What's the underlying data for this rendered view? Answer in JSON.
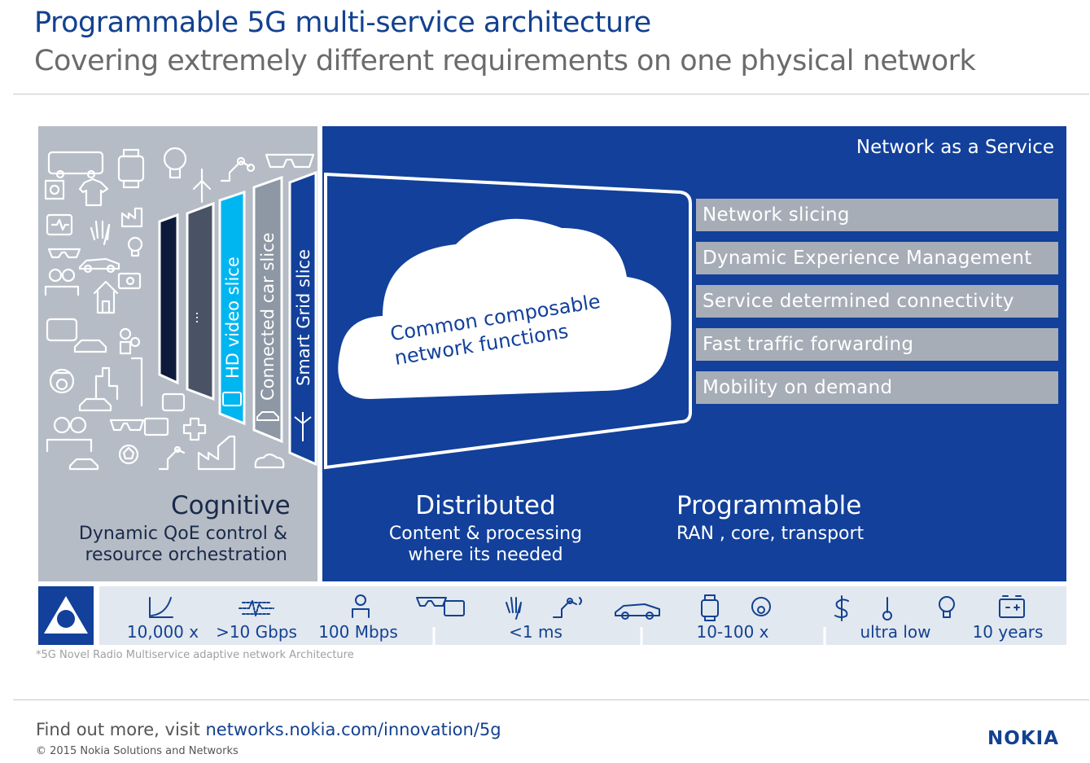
{
  "header": {
    "title": "Programmable 5G multi-service architecture",
    "subtitle": "Covering extremely different requirements on one physical network"
  },
  "diagram": {
    "naas_label": "Network as a Service",
    "cloud_text": [
      "Common composable",
      "network functions"
    ],
    "slices": {
      "hd_video": "HD video slice",
      "connected_car": "Connected car slice",
      "smart_grid": "Smart Grid slice",
      "ellipsis": "..."
    },
    "features": [
      "Network slicing",
      "Dynamic Experience Management",
      "Service determined connectivity",
      "Fast traffic forwarding",
      "Mobility on demand"
    ],
    "columns": {
      "cognitive": {
        "title": "Cognitive",
        "sub1": "Dynamic QoE control &",
        "sub2": "resource orchestration"
      },
      "distributed": {
        "title": "Distributed",
        "sub1": "Content & processing",
        "sub2": "where its needed"
      },
      "programmable": {
        "title": "Programmable",
        "sub1": "RAN , core, transport"
      }
    },
    "colors": {
      "navy": "#12409b",
      "gray_panel": "#b5bcc5",
      "feature_box": "#a6adb7",
      "cyan": "#00b6f0"
    }
  },
  "metrics": {
    "m1": "10,000 x",
    "m2": ">10 Gbps",
    "m3": "100 Mbps",
    "m4": "<1 ms",
    "m5": "10-100 x",
    "m6": "ultra low",
    "m7": "10 years"
  },
  "footnote": "*5G Novel Radio Multiservice adaptive network Architecture",
  "footer": {
    "findout_prefix": "Find out more, visit ",
    "link": "networks.nokia.com/innovation/5g",
    "copyright": "© 2015 Nokia Solutions and Networks",
    "logo": "NOKIA"
  }
}
